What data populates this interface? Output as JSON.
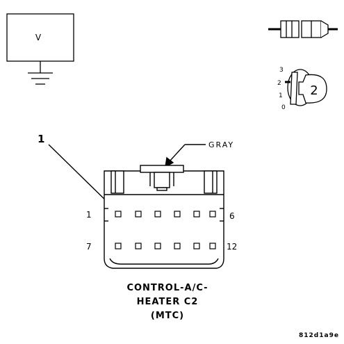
{
  "voltmeter": {
    "label": "V"
  },
  "key_position": {
    "labels": [
      "3",
      "2",
      "1",
      "0"
    ],
    "key_number": "2"
  },
  "callout": {
    "number": "1"
  },
  "connector": {
    "color_label": "GRAY",
    "pin_labels": {
      "top_left": "1",
      "top_right": "6",
      "bottom_left": "7",
      "bottom_right": "12"
    },
    "title_lines": [
      "CONTROL-A/C-",
      "HEATER C2",
      "(MTC)"
    ]
  },
  "figure_code": "812d1a9e"
}
